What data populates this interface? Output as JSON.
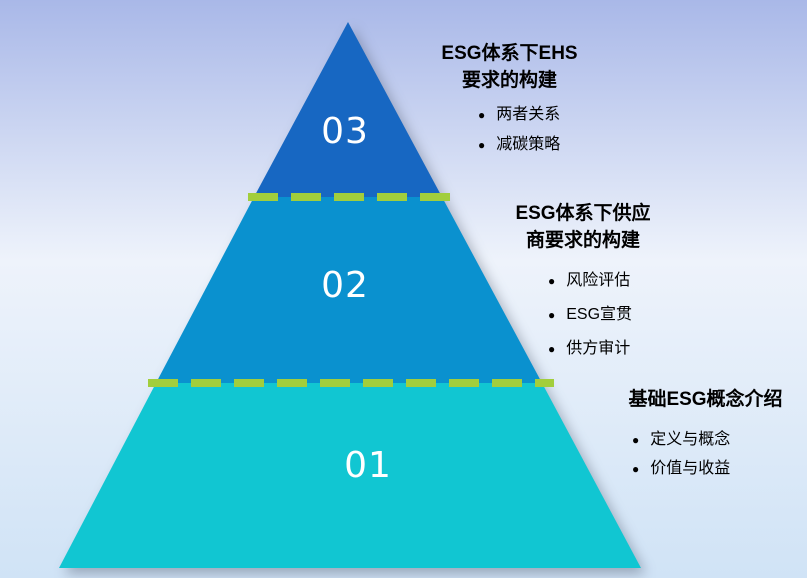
{
  "pyramid": {
    "tiers": [
      {
        "label": "01",
        "color": "#11c6d2"
      },
      {
        "label": "02",
        "color": "#0a91cf"
      },
      {
        "label": "03",
        "color": "#1767c2"
      }
    ],
    "divider_color": "#a2ce3c"
  },
  "glyphs": {
    "bullet": "●"
  },
  "sections": [
    {
      "title_lines": [
        "ESG体系下EHS",
        "要求的构建"
      ],
      "bullets": [
        "两者关系",
        "减碳策略"
      ]
    },
    {
      "title_lines": [
        "ESG体系下供应",
        "商要求的构建"
      ],
      "bullets": [
        "风险评估",
        "ESG宣贯",
        "供方审计"
      ]
    },
    {
      "title_lines": [
        "基础ESG概念介绍"
      ],
      "bullets": [
        "定义与概念",
        "价值与收益"
      ]
    }
  ]
}
